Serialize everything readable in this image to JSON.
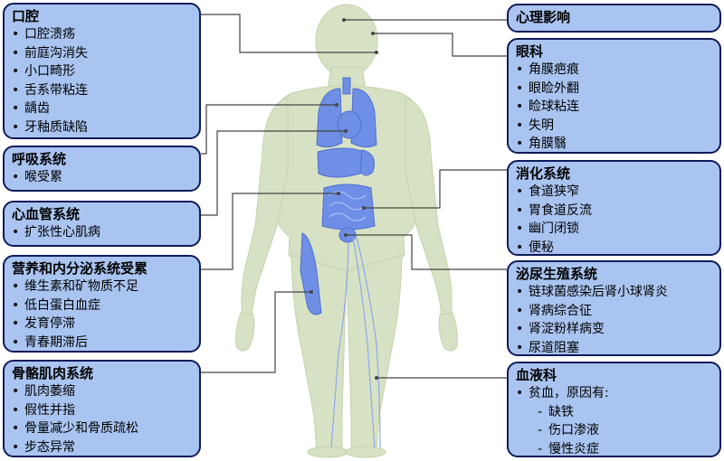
{
  "boxes": {
    "oral": {
      "title": "口腔",
      "items": [
        "口腔溃疡",
        "前庭沟消失",
        "小口畸形",
        "舌系带粘连",
        "龋齿",
        "牙釉质缺陷"
      ]
    },
    "respiratory": {
      "title": "呼吸系统",
      "items": [
        "喉受累"
      ]
    },
    "cardio": {
      "title": "心血管系统",
      "items": [
        "扩张性心肌病"
      ]
    },
    "nutrition": {
      "title": "营养和内分泌系统受累",
      "items": [
        "维生素和矿物质不足",
        "低白蛋白血症",
        "发育停滞",
        "青春期滞后"
      ]
    },
    "musculo": {
      "title": "骨骼肌肉系统",
      "items": [
        "肌肉萎缩",
        "假性并指",
        "骨量减少和骨质疏松",
        "步态异常"
      ]
    },
    "psych": {
      "title": "心理影响"
    },
    "eye": {
      "title": "眼科",
      "items": [
        "角膜疤痕",
        "眼睑外翻",
        "睑球粘连",
        "失明",
        "角膜翳"
      ]
    },
    "digestive": {
      "title": "消化系统",
      "items": [
        "食道狭窄",
        "胃食道反流",
        "幽门闭锁",
        "便秘"
      ]
    },
    "urogenital": {
      "title": "泌尿生殖系统",
      "items": [
        "链球菌感染后肾小球肾炎",
        "肾病综合征",
        "肾淀粉样病变",
        "尿道阻塞"
      ]
    },
    "blood": {
      "title": "血液科",
      "items": [
        "贫血，原因有:"
      ],
      "subitems": [
        "缺铁",
        "伤口渗液",
        "慢性炎症"
      ]
    }
  },
  "colors": {
    "box_fill": "#a9c4f0",
    "box_border": "#0e1a5a",
    "body_fill": "#d7e2c4",
    "organ_fill": "#6f8fe6",
    "line": "#444444"
  }
}
